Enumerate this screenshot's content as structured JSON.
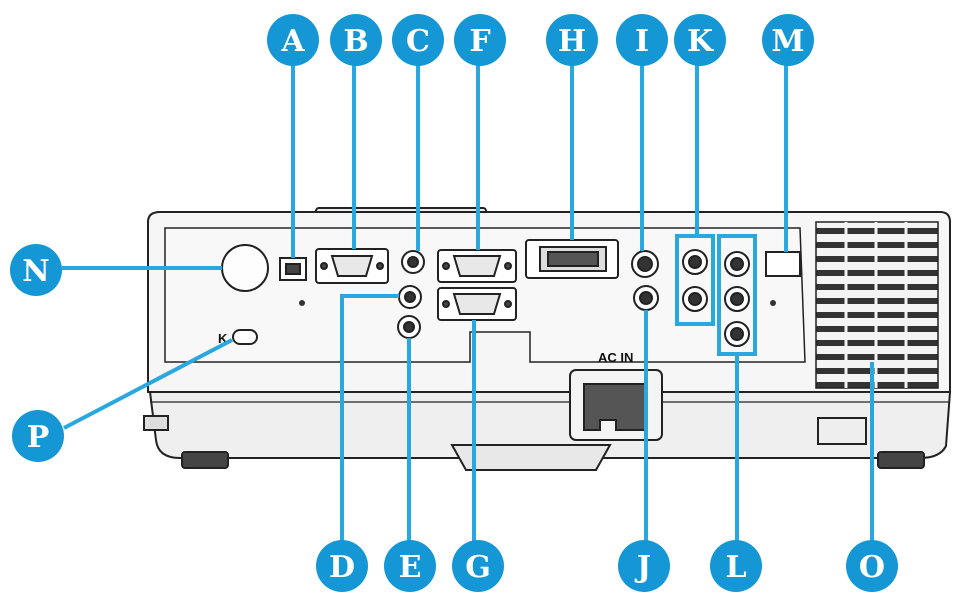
{
  "panel": {
    "ac_in_label": "AC IN"
  },
  "callouts": [
    {
      "id": "A",
      "label": "A"
    },
    {
      "id": "B",
      "label": "B"
    },
    {
      "id": "C",
      "label": "C"
    },
    {
      "id": "F",
      "label": "F"
    },
    {
      "id": "H",
      "label": "H"
    },
    {
      "id": "I",
      "label": "I"
    },
    {
      "id": "K",
      "label": "K"
    },
    {
      "id": "M",
      "label": "M"
    },
    {
      "id": "N",
      "label": "N"
    },
    {
      "id": "P",
      "label": "P"
    },
    {
      "id": "D",
      "label": "D"
    },
    {
      "id": "E",
      "label": "E"
    },
    {
      "id": "G",
      "label": "G"
    },
    {
      "id": "J",
      "label": "J"
    },
    {
      "id": "L",
      "label": "L"
    },
    {
      "id": "O",
      "label": "O"
    }
  ],
  "colors": {
    "callout_fill": "#1597d6",
    "callout_line": "#29a8e0",
    "outline": "#222222",
    "body_fill": "#f4f4f4"
  }
}
